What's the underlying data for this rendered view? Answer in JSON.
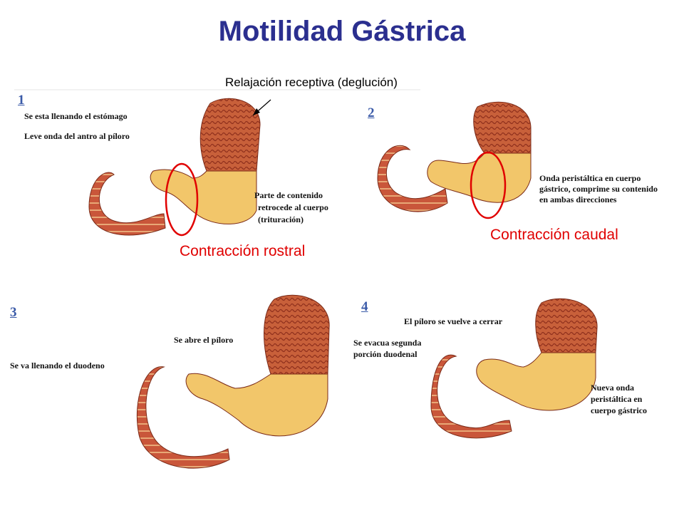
{
  "title": "Motilidad Gástrica",
  "top_note": "Relajación receptiva (deglución)",
  "panels": [
    {
      "number": "1",
      "labels": [
        "Se esta llenando el estómago",
        "Leve onda del antro al píloro",
        "Parte de contenido",
        "retrocede al cuerpo",
        "(trituración)"
      ],
      "contraction": "Contracción rostral"
    },
    {
      "number": "2",
      "labels": [
        "Onda peristáltica en cuerpo",
        "gástrico, comprime su contenido",
        "en ambas direcciones"
      ],
      "contraction": "Contracción caudal"
    },
    {
      "number": "3",
      "labels": [
        "Se abre el píloro",
        "Se va llenando el duodeno"
      ]
    },
    {
      "number": "4",
      "labels": [
        "El píloro se vuelve a cerrar",
        "Se evacua segunda",
        "porción duodenal",
        "Nueva onda",
        "peristáltica en",
        "cuerpo gástrico"
      ]
    }
  ],
  "colors": {
    "title": "#2b2f8f",
    "highlight": "#e00000",
    "stomach_wall": "#c8603a",
    "stomach_content": "#f2c66a",
    "duodenum": "#c9563a"
  }
}
